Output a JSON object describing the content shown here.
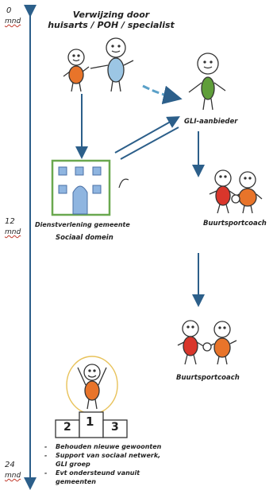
{
  "timeline": {
    "start": {
      "num": "0",
      "unit": "mnd"
    },
    "mid": {
      "num": "12",
      "unit": "mnd"
    },
    "end": {
      "num": "24",
      "unit": "mnd"
    }
  },
  "referral": {
    "line1": "Verwijzing door",
    "line2": "huisarts / POH / specialist"
  },
  "gli_provider": "GLI-aanbieder",
  "municipality": {
    "line1": "Dienstverlening gemeente",
    "line2": "Sociaal domein"
  },
  "coach_1": "Buurtsportcoach",
  "coach_2": "Buurtsportcoach",
  "podium": {
    "first": "1",
    "second": "2",
    "third": "3"
  },
  "outcomes": [
    "Behouden nieuwe gewoonten",
    "Support van sociaal netwerk,",
    "GLI groep",
    "Evt ondersteund vanuit",
    "gemeenten"
  ],
  "colors": {
    "arrow": "#2c5f8a",
    "orange": "#e8742a",
    "blue": "#9cc6e4",
    "green": "#5f9e3a",
    "red": "#d9362b",
    "frame": "#6aa84f"
  }
}
